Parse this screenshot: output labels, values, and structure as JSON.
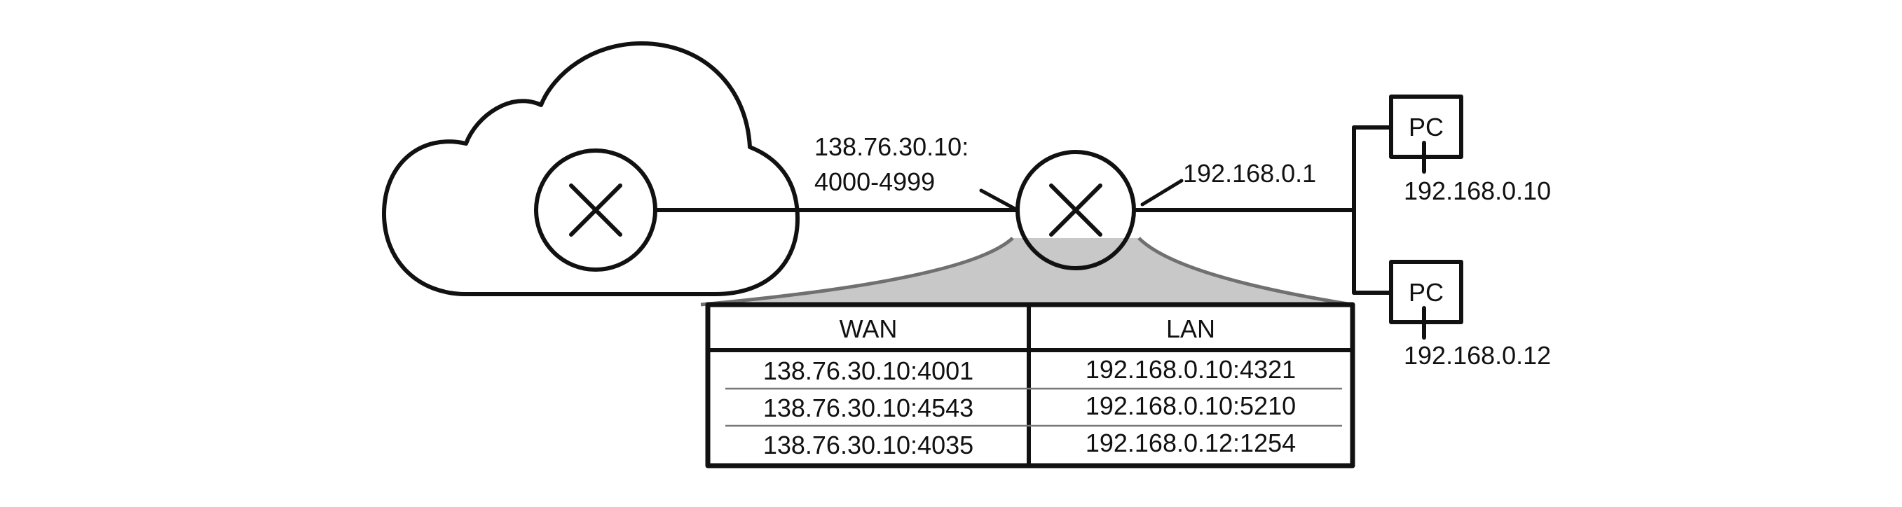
{
  "internet": {
    "symbol": "router-x-icon"
  },
  "router": {
    "wan_ip": "138.76.30.10:",
    "wan_ports": "4000-4999",
    "lan_ip": "192.168.0.1",
    "symbol": "router-x-icon"
  },
  "pcs": [
    {
      "label": "PC",
      "ip": "192.168.0.10"
    },
    {
      "label": "PC",
      "ip": "192.168.0.12"
    }
  ],
  "nat_table": {
    "headers": [
      "WAN",
      "LAN"
    ],
    "rows": [
      [
        "138.76.30.10:4001",
        "192.168.0.10:4321"
      ],
      [
        "138.76.30.10:4543",
        "192.168.0.10:5210"
      ],
      [
        "138.76.30.10:4035",
        "192.168.0.12:1254"
      ]
    ]
  },
  "colors": {
    "line": "#111111",
    "fan_fill": "#c8c8c8",
    "fan_edge": "#707070",
    "row_divider": "#777777"
  }
}
